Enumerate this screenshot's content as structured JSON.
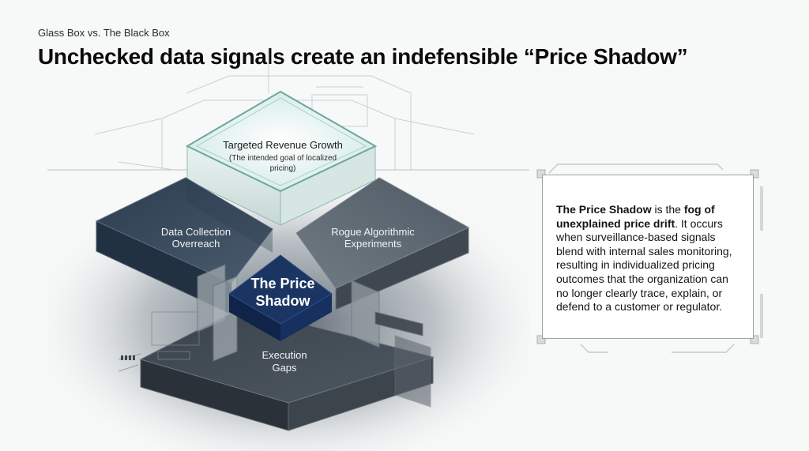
{
  "header": {
    "eyebrow": "Glass Box vs. The Black Box",
    "title": "Unchecked data signals create an indefensible “Price Shadow”"
  },
  "diagram": {
    "top_block": {
      "title": "Targeted Revenue Growth",
      "subtitle_line1": "(The intended goal of localized",
      "subtitle_line2": "pricing)"
    },
    "left_block": {
      "line1": "Data Collection",
      "line2": "Overreach"
    },
    "right_block": {
      "line1": "Rogue Algorithmic",
      "line2": "Experiments"
    },
    "center_block": {
      "line1": "The Price",
      "line2": "Shadow"
    },
    "bottom_block": {
      "line1": "Execution",
      "line2": "Gaps"
    }
  },
  "callout": {
    "term": "The Price Shadow",
    "text_is_the": " is the ",
    "emphasis": "fog of unexplained price drift",
    "body": ". It occurs when surveillance-based signals blend with internal sales monitoring, resulting in individualized pricing outcomes that the organization can no longer clearly trace, explain, or defend to a customer or regulator."
  },
  "colors": {
    "dark_block": "#34465a",
    "center_block": "#1b3563",
    "top_glow": "#dff2ef",
    "right_block": "#5b6670"
  }
}
